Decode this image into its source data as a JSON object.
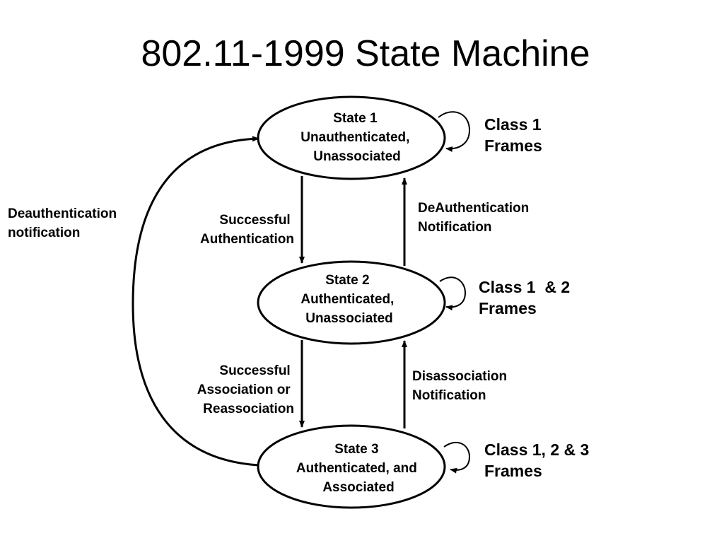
{
  "title": "802.11-1999 State Machine",
  "states": [
    {
      "lines": [
        "State 1",
        "Unauthenticated,",
        "Unassociated"
      ]
    },
    {
      "lines": [
        "State 2",
        "Authenticated,",
        "Unassociated"
      ]
    },
    {
      "lines": [
        "State 3",
        "Authenticated, and",
        "Associated"
      ]
    }
  ],
  "transitions": {
    "auth_success": [
      "Successful",
      "Authentication"
    ],
    "assoc_success": [
      "Successful",
      "Association or",
      "Reassociation"
    ],
    "deauth_notification_right": [
      "DeAuthentication",
      "Notification"
    ],
    "disassoc_notification": [
      "Disassociation",
      "Notification"
    ],
    "deauth_notification_left": [
      "Deauthentication",
      "notification"
    ]
  },
  "frame_classes": [
    [
      "Class 1",
      "Frames"
    ],
    [
      "Class 1  & 2",
      "Frames"
    ],
    [
      "Class 1, 2 & 3",
      "Frames"
    ]
  ],
  "colors": {
    "stroke": "#000000",
    "text": "#000000",
    "background": "#ffffff"
  }
}
